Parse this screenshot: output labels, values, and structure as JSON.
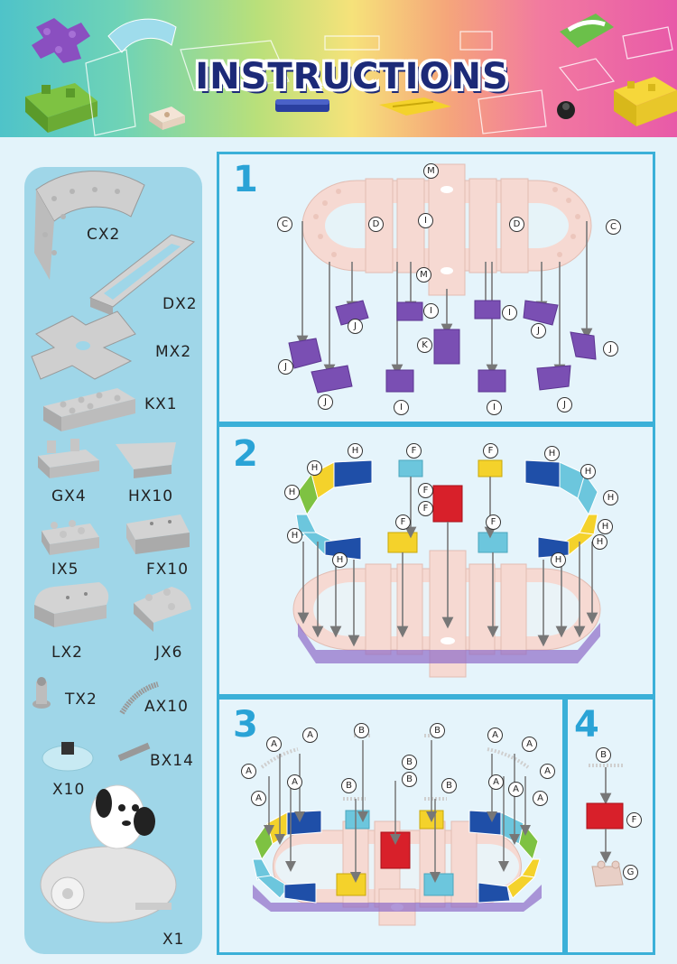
{
  "header": {
    "title": "INSTRUCTIONS"
  },
  "parts": [
    {
      "id": "C",
      "label": "CX2"
    },
    {
      "id": "D",
      "label": "DX2"
    },
    {
      "id": "M",
      "label": "MX2"
    },
    {
      "id": "K",
      "label": "KX1"
    },
    {
      "id": "G",
      "label": "GX4"
    },
    {
      "id": "H",
      "label": "HX10"
    },
    {
      "id": "I",
      "label": "IX5"
    },
    {
      "id": "F",
      "label": "FX10"
    },
    {
      "id": "L",
      "label": "LX2"
    },
    {
      "id": "J",
      "label": "JX6"
    },
    {
      "id": "T",
      "label": "TX2"
    },
    {
      "id": "A",
      "label": "AX10"
    },
    {
      "id": "X",
      "label": "X10"
    },
    {
      "id": "B",
      "label": "BX14"
    },
    {
      "id": "V",
      "label": "X1"
    }
  ],
  "steps": [
    {
      "number": "1"
    },
    {
      "number": "2"
    },
    {
      "number": "3"
    },
    {
      "number": "4"
    }
  ],
  "callouts": {
    "C": "C",
    "D": "D",
    "M": "M",
    "I": "I",
    "J": "J",
    "K": "K",
    "H": "H",
    "F": "F",
    "A": "A",
    "B": "B",
    "G": "G"
  },
  "colors": {
    "accent": "#3bb0d8",
    "panel": "#9fd6e8",
    "pink_brick": "#f6d9d2",
    "purple_brick": "#7a4fb3",
    "blue_brick": "#1f4fa8",
    "light_blue_brick": "#6cc6dd",
    "green_brick": "#7ec242",
    "yellow_brick": "#f4d22b",
    "red_brick": "#d8202a",
    "grey_part": "#c9c9c9"
  }
}
